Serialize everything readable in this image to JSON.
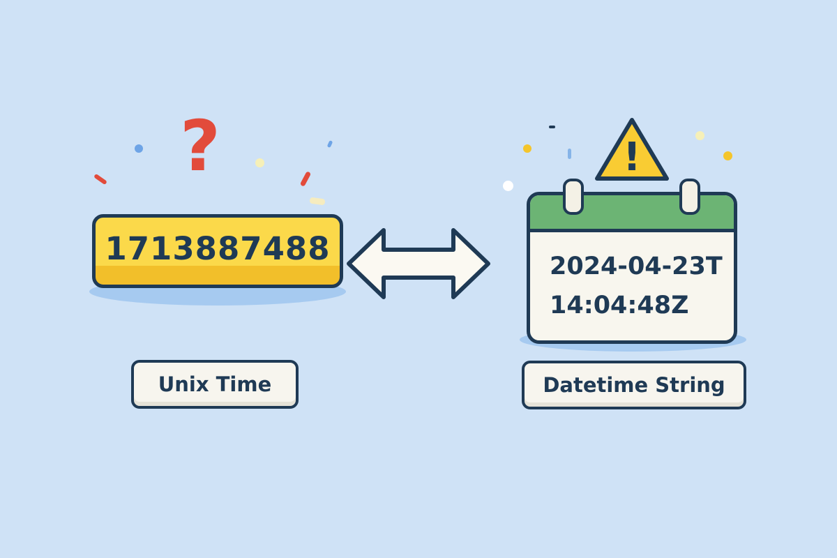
{
  "unix": {
    "value": "1713887488",
    "label": "Unix Time"
  },
  "datetime": {
    "line1": "2024-04-23T",
    "line2": "14:04:48Z",
    "label": "Datetime String"
  },
  "symbols": {
    "question": "?",
    "warning": "!"
  },
  "colors": {
    "background": "#cfe2f6",
    "yellow": "#fbd94a",
    "green": "#6cb474",
    "outline": "#1f3a55",
    "red": "#e24b3b"
  }
}
